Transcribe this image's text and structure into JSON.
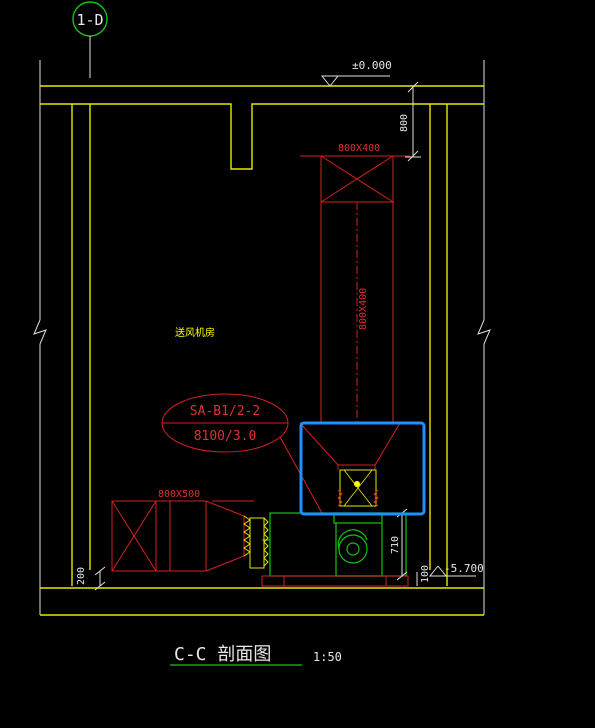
{
  "grid_label": "1-D",
  "elevation_top": "±0.000",
  "elevation_bottom": "-5.700",
  "dims": {
    "top_offset": "800",
    "left_height": "200",
    "fan_height": "710",
    "base_height": "100"
  },
  "duct": {
    "top_size": "800X400",
    "vertical_label": "800X400",
    "bottom_size": "800X500"
  },
  "room_label": "送风机房",
  "equipment_tag": {
    "id": "SA-B1/2-2",
    "spec": "8100/3.0"
  },
  "section_title": "C-C 剖面图",
  "scale": "1:50",
  "colors": {
    "structure": "#e8e800",
    "ductwork": "#d42020",
    "equipment": "#18c018",
    "annotation": "#e0e0e0",
    "highlight": "#1e90ff"
  }
}
